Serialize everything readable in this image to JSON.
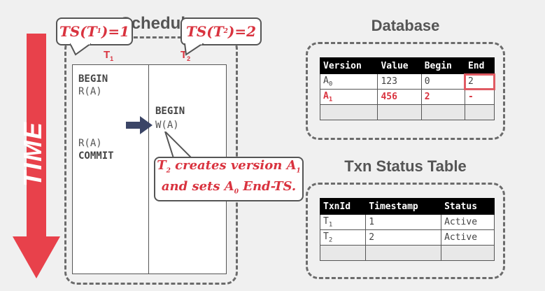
{
  "arrow": {
    "label": "TIME",
    "color": "#e8414b"
  },
  "schedule": {
    "title": "Schedule",
    "t1_label": "T1",
    "t2_label": "T2",
    "t1_ops": [
      {
        "text": "BEGIN",
        "bold": true
      },
      {
        "text": "R(A)",
        "bold": false
      },
      {
        "text": "R(A)",
        "bold": false
      },
      {
        "text": "COMMIT",
        "bold": true
      }
    ],
    "t2_ops": [
      {
        "text": "BEGIN",
        "bold": true
      },
      {
        "text": "W(A)",
        "bold": false
      }
    ]
  },
  "callouts": {
    "ts1": "TS(T1)=1",
    "ts2": "TS(T2)=2",
    "note_line1": "T2 creates version A1",
    "note_line2": "and sets A0 End-TS."
  },
  "database": {
    "title": "Database",
    "headers": [
      "Version",
      "Value",
      "Begin",
      "End"
    ],
    "rows": [
      [
        "A0",
        "123",
        "0",
        "2"
      ],
      [
        "A1",
        "456",
        "2",
        "-"
      ]
    ]
  },
  "txn_status": {
    "title": "Txn Status Table",
    "headers": [
      "TxnId",
      "Timestamp",
      "Status"
    ],
    "rows": [
      [
        "T1",
        "1",
        "Active"
      ],
      [
        "T2",
        "2",
        "Active"
      ]
    ]
  },
  "colors": {
    "accent": "#d9333f",
    "arrow": "#e8414b",
    "header_bg": "#000000"
  }
}
